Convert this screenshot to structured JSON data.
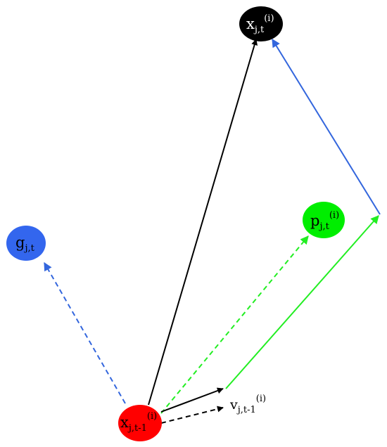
{
  "nodes": {
    "x_current": {
      "main": "x",
      "sub": "j,t",
      "sup": "(i)",
      "color": "#000000",
      "text_color": "#ffffff"
    },
    "x_previous": {
      "main": "x",
      "sub": "j,t-1",
      "sup": "(i)",
      "color": "#ff0000",
      "text_color": "#000000"
    },
    "p_best": {
      "main": "p",
      "sub": "j,t",
      "sup": "(i)",
      "color": "#00ee00",
      "text_color": "#000000"
    },
    "g_best": {
      "main": "g",
      "sub": "j,t",
      "sup": "",
      "color": "#3366ee",
      "text_color": "#000000"
    }
  },
  "velocity_label": {
    "main": "v",
    "sub": "j,t-1",
    "sup": "(i)"
  },
  "edge_colors": {
    "black": "#000000",
    "green": "#22ee22",
    "blue": "#3366dd"
  }
}
